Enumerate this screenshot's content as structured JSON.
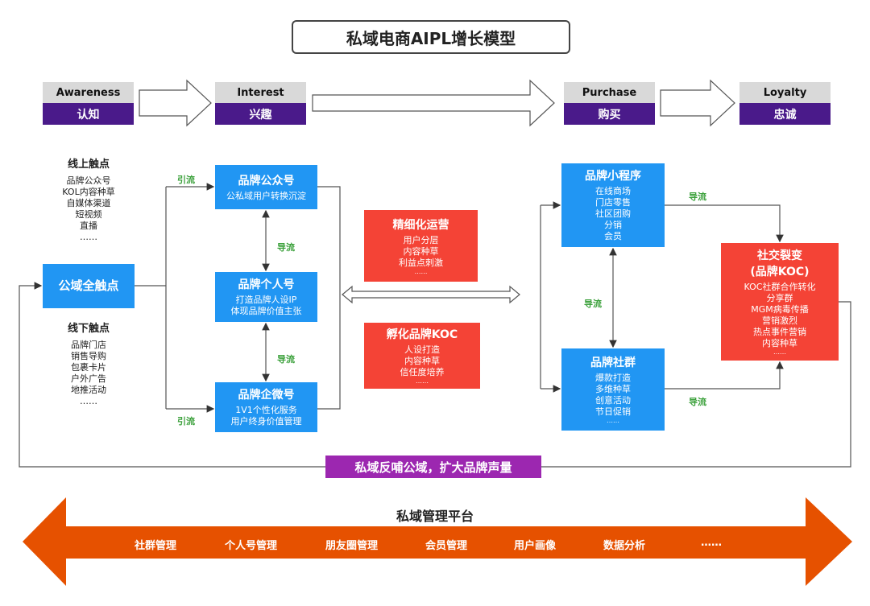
{
  "title": "私域电商AIPL增长模型",
  "stages": [
    {
      "en": "Awareness",
      "zh": "认知"
    },
    {
      "en": "Interest",
      "zh": "兴趣"
    },
    {
      "en": "Purchase",
      "zh": "购买"
    },
    {
      "en": "Loyalty",
      "zh": "忠诚"
    }
  ],
  "online": {
    "title": "线上触点",
    "items": [
      "品牌公众号",
      "KOL内容种草",
      "自媒体渠道",
      "短视频",
      "直播",
      "……"
    ]
  },
  "offline": {
    "title": "线下触点",
    "items": [
      "品牌门店",
      "销售导购",
      "包裹卡片",
      "户外广告",
      "地推活动",
      "……"
    ]
  },
  "public_touch": "公域全触点",
  "nodes": {
    "gzh": {
      "title": "品牌公众号",
      "lines": [
        "公私域用户转换沉淀"
      ]
    },
    "personal": {
      "title": "品牌个人号",
      "lines": [
        "打造品牌人设IP",
        "体现品牌价值主张"
      ]
    },
    "wecom": {
      "title": "品牌企微号",
      "lines": [
        "1V1个性化服务",
        "用户终身价值管理"
      ]
    },
    "ops": {
      "title": "精细化运营",
      "lines": [
        "用户分层",
        "内容种草",
        "利益点刺激",
        "……"
      ]
    },
    "koc": {
      "title": "孵化品牌KOC",
      "lines": [
        "人设打造",
        "内容种草",
        "信任度培养",
        "……"
      ]
    },
    "mini": {
      "title": "品牌小程序",
      "lines": [
        "在线商场",
        "门店零售",
        "社区团购",
        "分销",
        "会员"
      ]
    },
    "group": {
      "title": "品牌社群",
      "lines": [
        "爆款打造",
        "多维种草",
        "创意活动",
        "节日促销",
        "……"
      ]
    },
    "social": {
      "title": "社交裂变",
      "title2": "(品牌KOC)",
      "lines": [
        "KOC社群合作转化",
        "分享群",
        "MGM病毒传播",
        "营销激烈",
        "热点事件营销",
        "内容种草",
        "……"
      ]
    }
  },
  "labels": {
    "yinliu": "引流",
    "daoliu": "导流"
  },
  "feedback": "私域反哺公域，扩大品牌声量",
  "platform": {
    "title": "私域管理平台",
    "items": [
      "社群管理",
      "个人号管理",
      "朋友圈管理",
      "会员管理",
      "用户画像",
      "数据分析",
      "……"
    ]
  },
  "colors": {
    "blue": "#2196f3",
    "red": "#f44336",
    "purple": "#4a1a8a",
    "feedback": "#9c27b0",
    "platform": "#e65100"
  }
}
